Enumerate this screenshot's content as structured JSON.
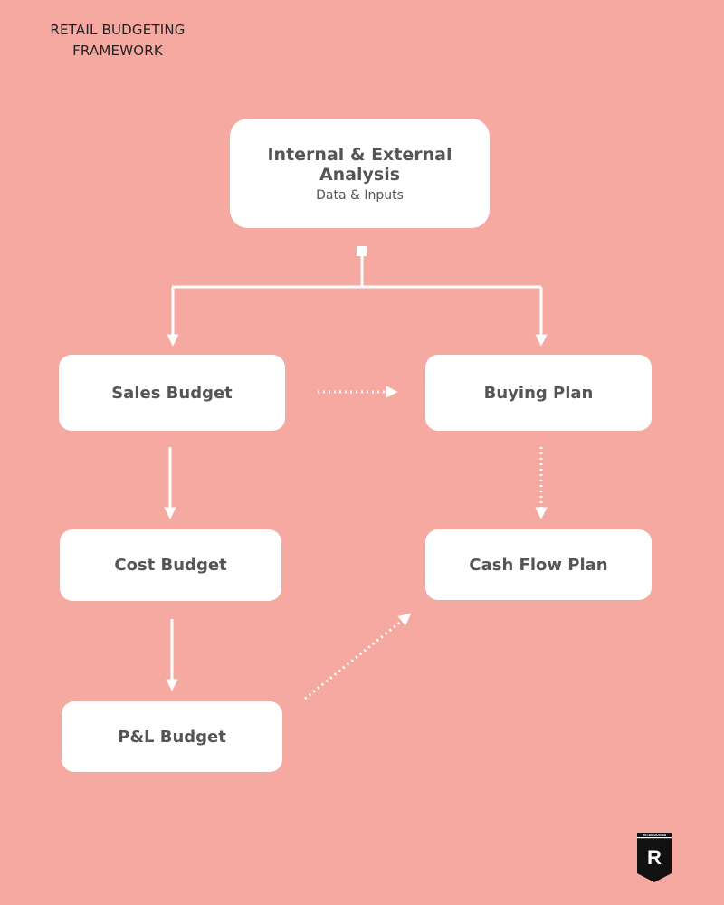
{
  "header": {
    "title_line1": "RETAIL BUDGETING",
    "title_line2": "FRAMEWORK"
  },
  "nodes": {
    "analysis": {
      "title": "Internal & External Analysis",
      "subtitle": "Data & Inputs"
    },
    "sales": {
      "title": "Sales Budget"
    },
    "buying": {
      "title": "Buying Plan"
    },
    "cost": {
      "title": "Cost Budget"
    },
    "cash": {
      "title": "Cash Flow Plan"
    },
    "pl": {
      "title": "P&L Budget"
    }
  },
  "edges": [
    {
      "from": "analysis",
      "to": "sales",
      "style": "solid"
    },
    {
      "from": "analysis",
      "to": "buying",
      "style": "solid"
    },
    {
      "from": "sales",
      "to": "buying",
      "style": "dotted"
    },
    {
      "from": "sales",
      "to": "cost",
      "style": "solid"
    },
    {
      "from": "buying",
      "to": "cash",
      "style": "dotted"
    },
    {
      "from": "cost",
      "to": "pl",
      "style": "solid"
    },
    {
      "from": "pl",
      "to": "cash",
      "style": "dotted"
    }
  ],
  "logo": {
    "brand_text": "RETAILDOGMA",
    "letter": "R"
  },
  "colors": {
    "background": "#f6a9a1",
    "node_fill": "#ffffff",
    "node_text": "#555555",
    "connector": "#ffffff",
    "title_text": "#222222"
  }
}
